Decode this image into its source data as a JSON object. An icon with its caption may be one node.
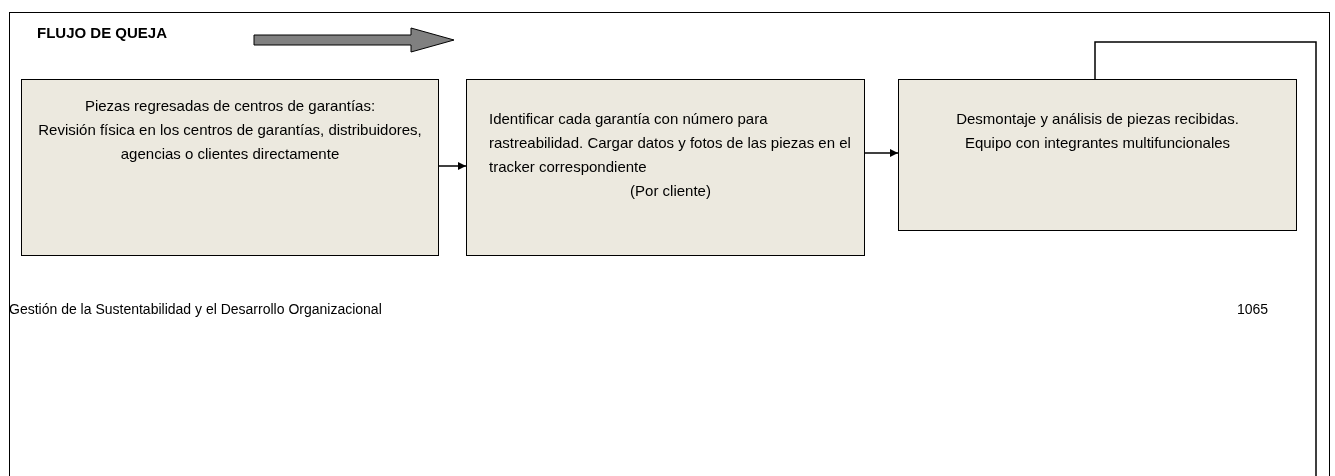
{
  "diagram": {
    "title": "FLUJO DE QUEJA",
    "nodes": [
      {
        "text": [
          "Piezas regresadas de centros de garantías:",
          "Revisión física en los centros de garantías, distribuidores, agencias o clientes directamente"
        ]
      },
      {
        "text": [
          "Identificar cada garantía con número para rastreabilidad. Cargar datos y fotos de las piezas en el tracker correspondiente",
          "(Por cliente)"
        ]
      },
      {
        "text": [
          "Desmontaje y análisis de piezas recibidas.",
          "Equipo con integrantes multifuncionales"
        ]
      }
    ],
    "edges": [
      {
        "from": 0,
        "to": 1,
        "arrow": "to"
      },
      {
        "from": 1,
        "to": 2,
        "arrow": "to"
      },
      {
        "from": 2,
        "to": null,
        "arrow": "none"
      }
    ],
    "labels": [
      "Gestión de la Sustentabilidad y el Desarrollo Organizacional",
      "1065"
    ]
  }
}
